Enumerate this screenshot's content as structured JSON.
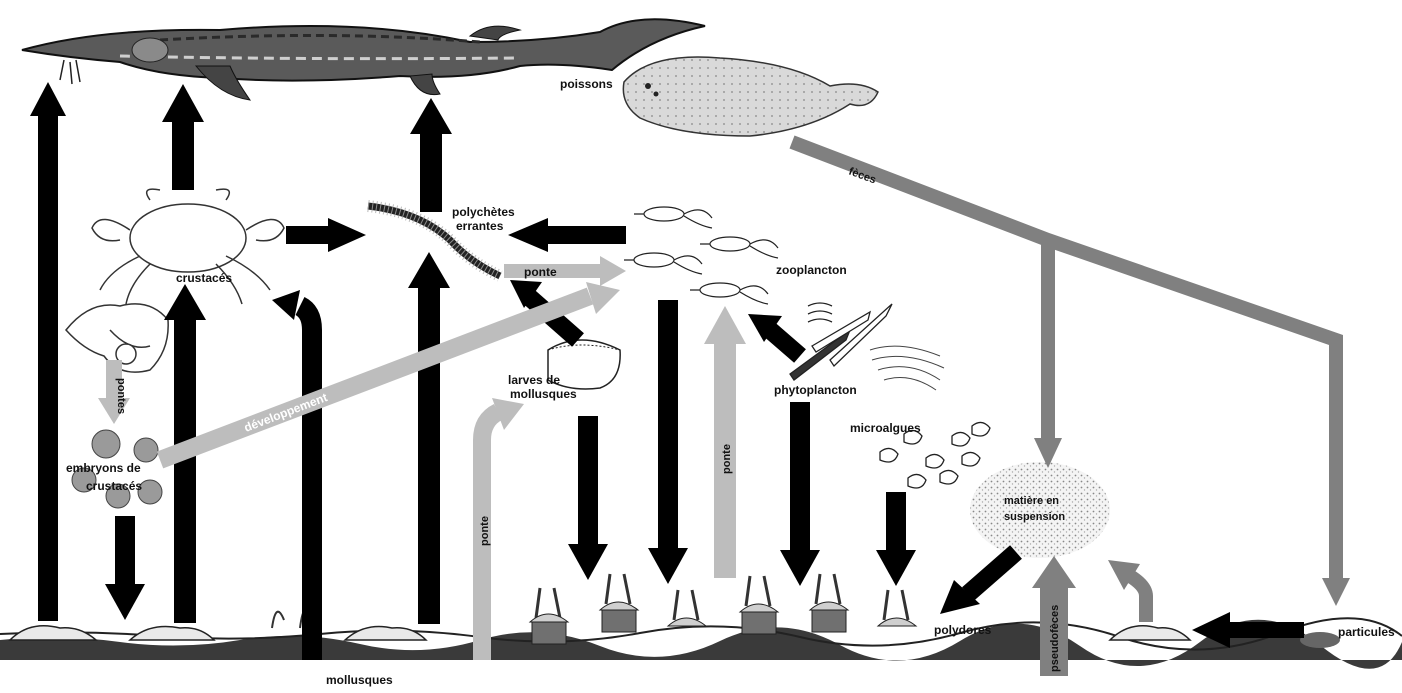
{
  "labels": {
    "poissons": "poissons",
    "feces": "fèces",
    "polychetes_line1": "polychètes",
    "polychetes_line2": "errantes",
    "crustaces": "crustacés",
    "ponte_zoo": "ponte",
    "zooplancton": "zooplancton",
    "pontes": "pontes",
    "developpement": "développement",
    "larves_line1": "larves de",
    "larves_line2": "mollusques",
    "phytoplancton": "phytoplancton",
    "embryons_line1": "embryons de",
    "embryons_line2": "crustacés",
    "microalgues": "microalgues",
    "ponte_left": "ponte",
    "ponte_vertical": "ponte",
    "matiere_line1": "matière en",
    "matiere_line2": "suspension",
    "polydores": "polydores",
    "pseudofeces": "pseudofèces",
    "particules": "particules",
    "mollusques": "mollusques"
  },
  "colors": {
    "black_arrow": "#000000",
    "grey_arrow": "#808080",
    "light_arrow": "#bdbdbd",
    "sediment": "#2a2a2a"
  },
  "icons": [
    "sturgeon-fish",
    "flatfish",
    "crab",
    "polychaete-worm",
    "copepod",
    "mollusc-larva",
    "phytoplankton-diatom",
    "microalgae-cell",
    "crustacean-embryo",
    "oyster-shell",
    "polydora-tube"
  ]
}
